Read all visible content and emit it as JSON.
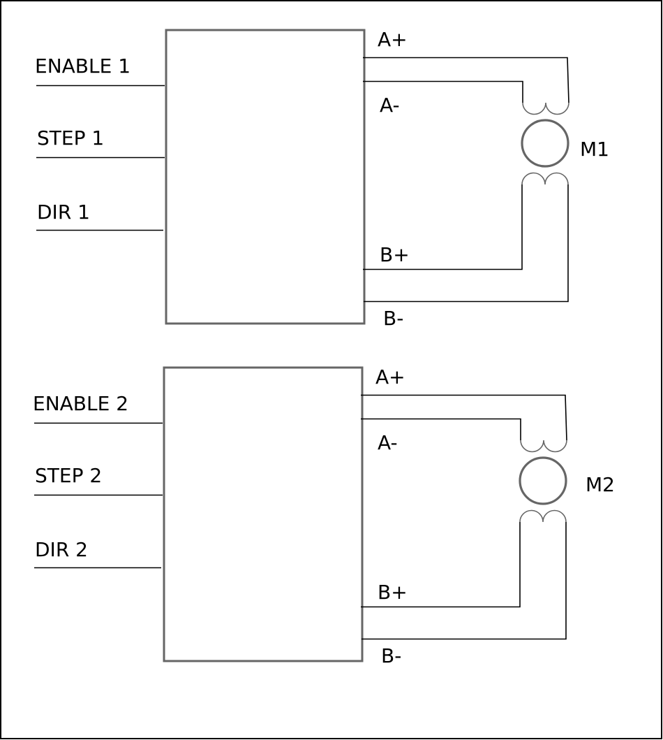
{
  "diagram": {
    "title": "Dual stepper motor driver wiring",
    "colors": {
      "box_stroke": "#666666",
      "wire": "#000000",
      "coil": "#666666",
      "motor": "#666666",
      "frame": "#000000",
      "background": "#ffffff"
    },
    "drivers": [
      {
        "id": "driver-1",
        "inputs": [
          "ENABLE 1",
          "STEP 1",
          "DIR 1"
        ],
        "outputs": {
          "a_plus": "A+",
          "a_minus": "A-",
          "b_plus": "B+",
          "b_minus": "B-"
        },
        "motor_label": "M1"
      },
      {
        "id": "driver-2",
        "inputs": [
          "ENABLE 2",
          "STEP 2",
          "DIR 2"
        ],
        "outputs": {
          "a_plus": "A+",
          "a_minus": "A-",
          "b_plus": "B+",
          "b_minus": "B-"
        },
        "motor_label": "M2"
      }
    ]
  }
}
